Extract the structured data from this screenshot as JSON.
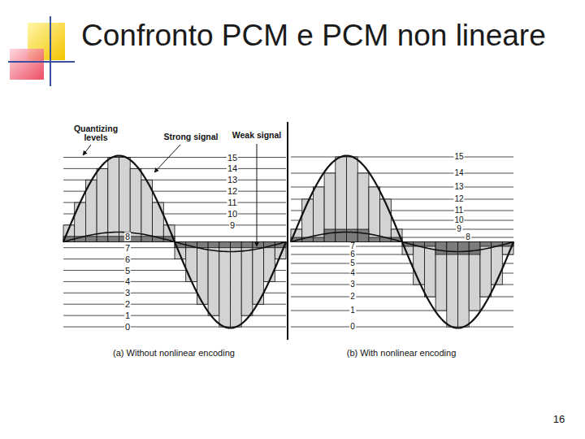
{
  "diagram": {
    "title": "Confronto PCM e PCM non lineare",
    "labels": [
      "Quantizing levels",
      "Strong signal",
      "Weak signal",
      "15",
      "14",
      "13",
      "12",
      "11",
      "10",
      "9",
      "8",
      "7",
      "6",
      "5",
      "4",
      "3",
      "2",
      "1",
      "0",
      "15",
      "14",
      "13",
      "12",
      "11",
      "10",
      "9",
      "8",
      "7",
      "6",
      "5",
      "4",
      "3",
      "2",
      "1",
      "0",
      "(a) Without nonlinear encoding",
      "(b) With nonlinear encoding",
      "16"
    ]
  }
}
